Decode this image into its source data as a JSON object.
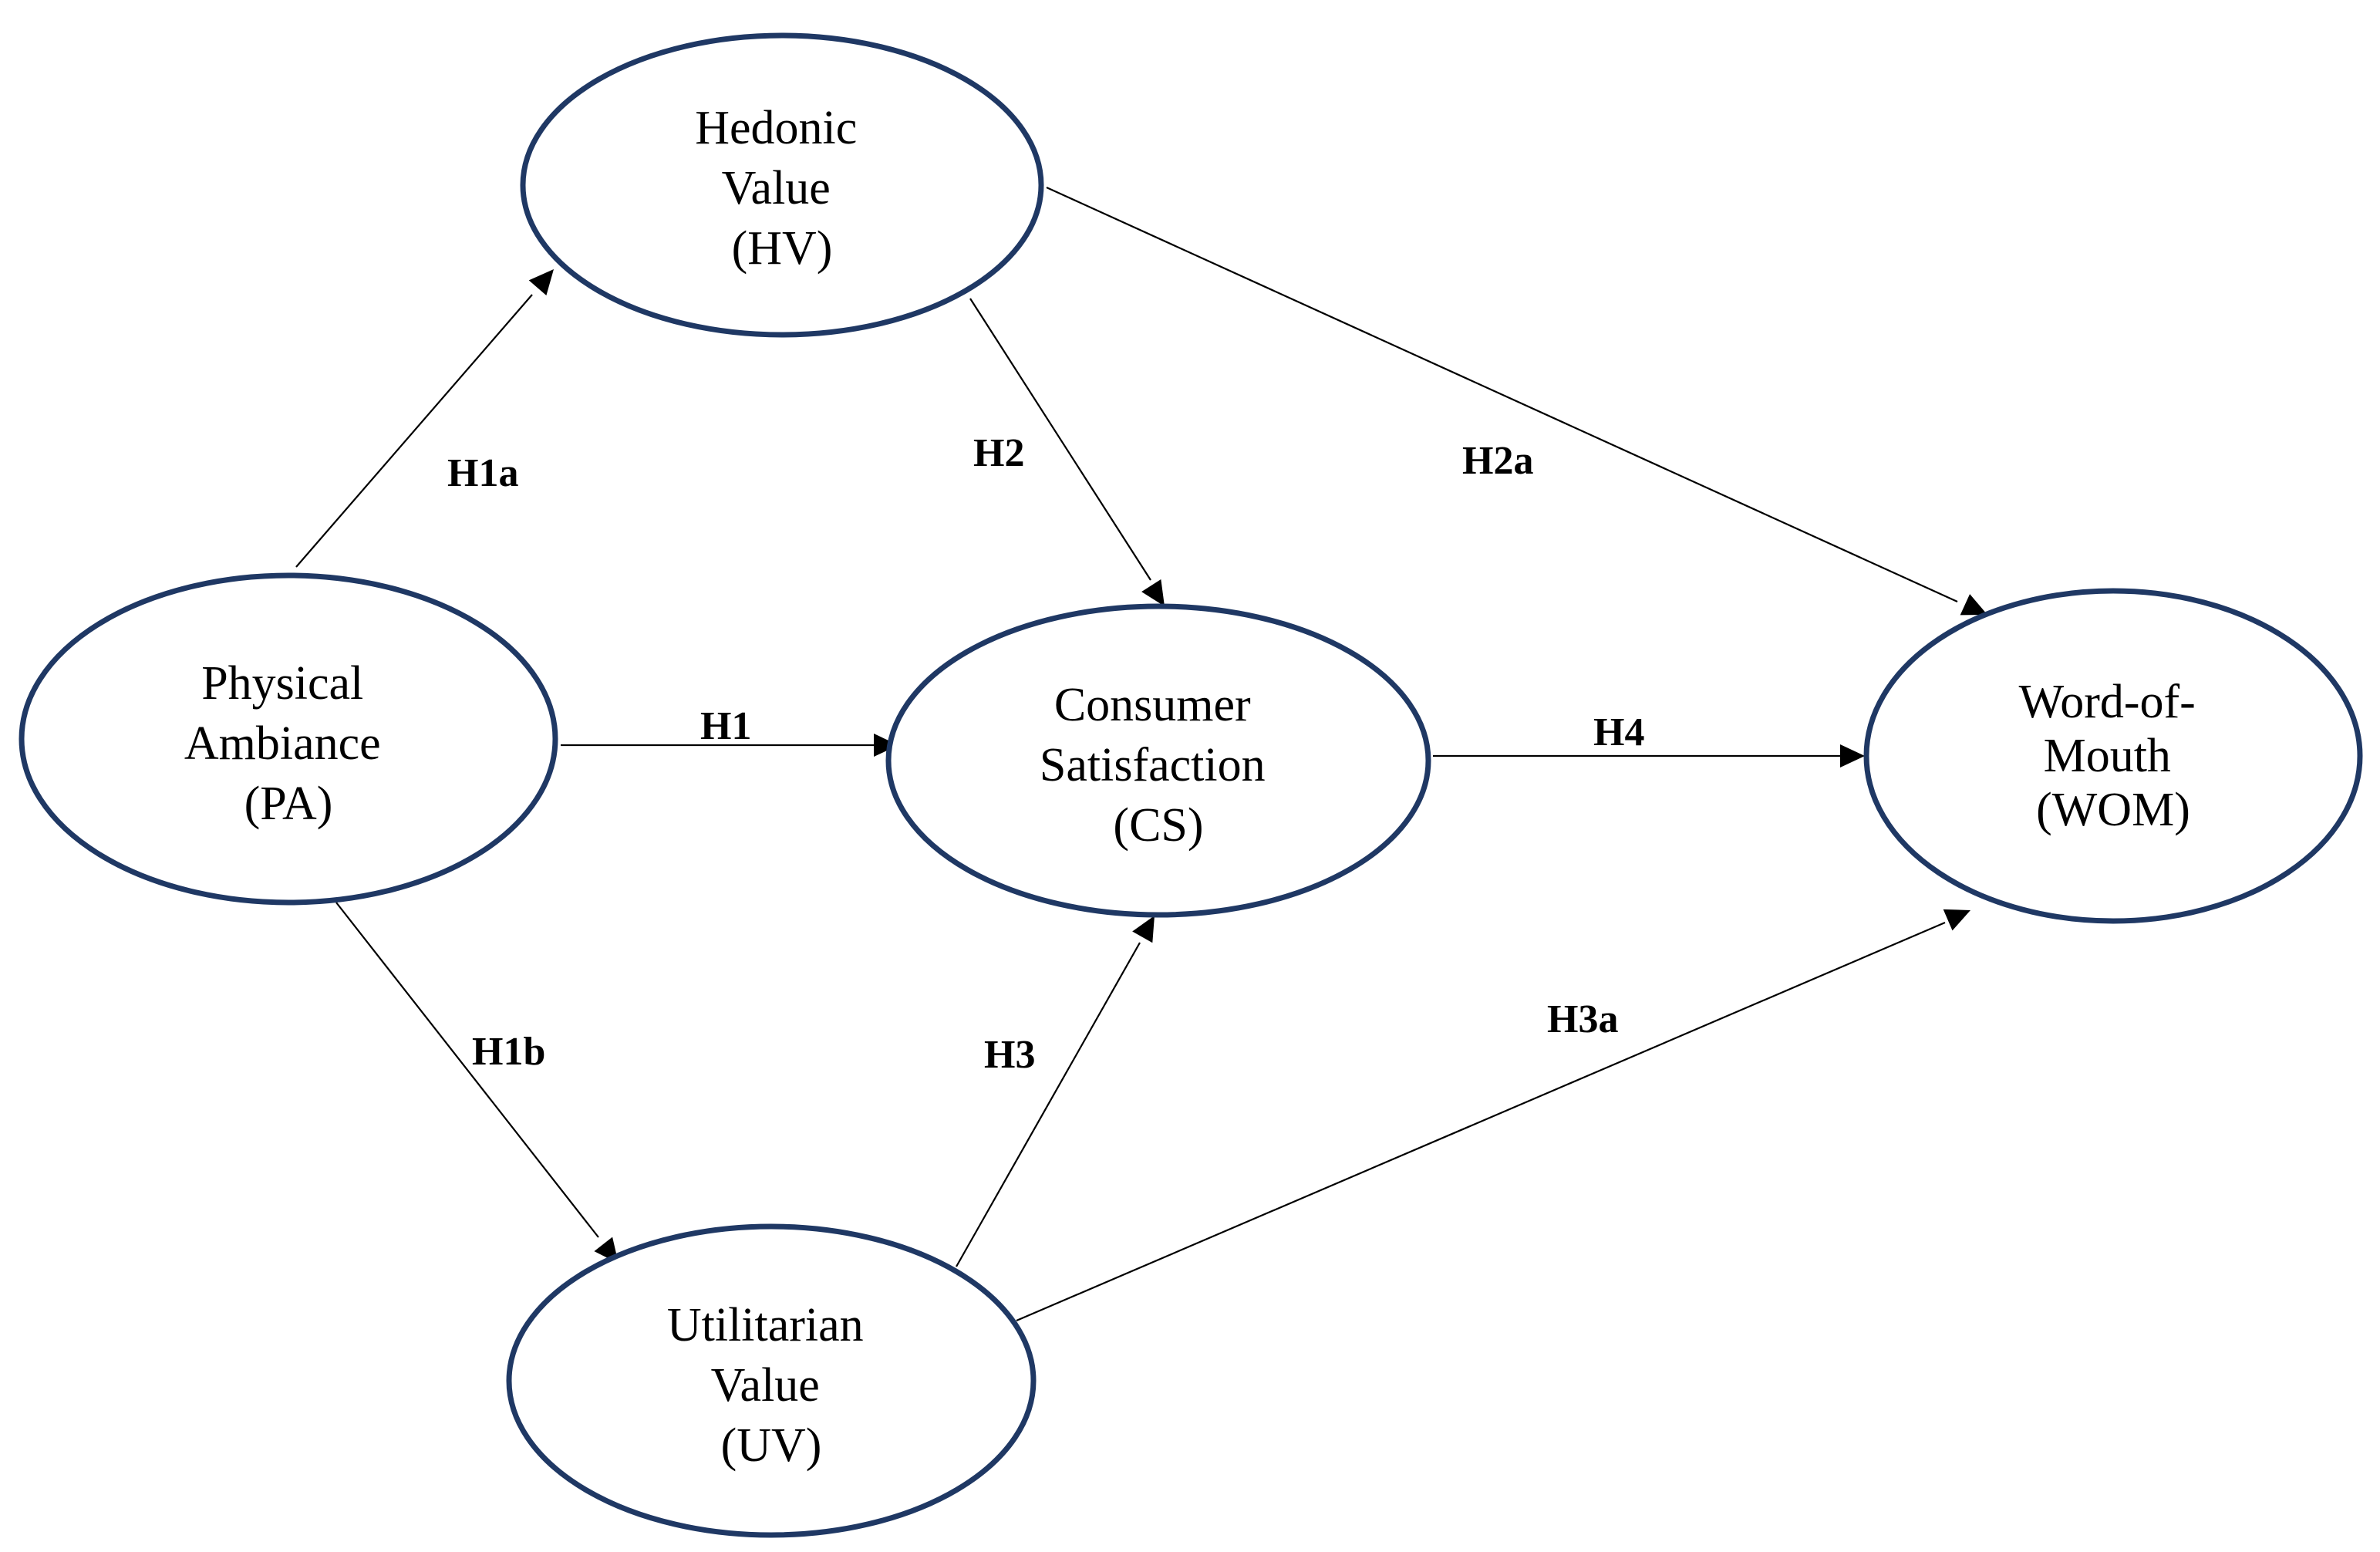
{
  "nodes": {
    "hv": {
      "lines": [
        "Hedonic",
        "Value",
        "(HV)"
      ]
    },
    "pa": {
      "lines": [
        "Physical",
        "Ambiance",
        "(PA)"
      ]
    },
    "cs": {
      "lines": [
        "Consumer",
        "Satisfaction",
        "(CS)"
      ]
    },
    "wom": {
      "lines": [
        "Word-of-",
        "Mouth",
        "(WOM)"
      ]
    },
    "uv": {
      "lines": [
        "Utilitarian",
        "Value",
        "(UV)"
      ]
    }
  },
  "edges": {
    "h1a": {
      "label": "H1a",
      "from": "Physical Ambiance",
      "to": "Hedonic Value"
    },
    "h1": {
      "label": "H1",
      "from": "Physical Ambiance",
      "to": "Consumer Satisfaction"
    },
    "h1b": {
      "label": "H1b",
      "from": "Physical Ambiance",
      "to": "Utilitarian Value"
    },
    "h2": {
      "label": "H2",
      "from": "Hedonic Value",
      "to": "Consumer Satisfaction"
    },
    "h2a": {
      "label": "H2a",
      "from": "Hedonic Value",
      "to": "Word-of-Mouth"
    },
    "h3": {
      "label": "H3",
      "from": "Utilitarian Value",
      "to": "Consumer Satisfaction"
    },
    "h3a": {
      "label": "H3a",
      "from": "Utilitarian Value",
      "to": "Word-of-Mouth"
    },
    "h4": {
      "label": "H4",
      "from": "Consumer Satisfaction",
      "to": "Word-of-Mouth"
    }
  },
  "colors": {
    "node_border": "#1f3864",
    "edge": "#000000",
    "text": "#000000",
    "background": "#ffffff"
  }
}
